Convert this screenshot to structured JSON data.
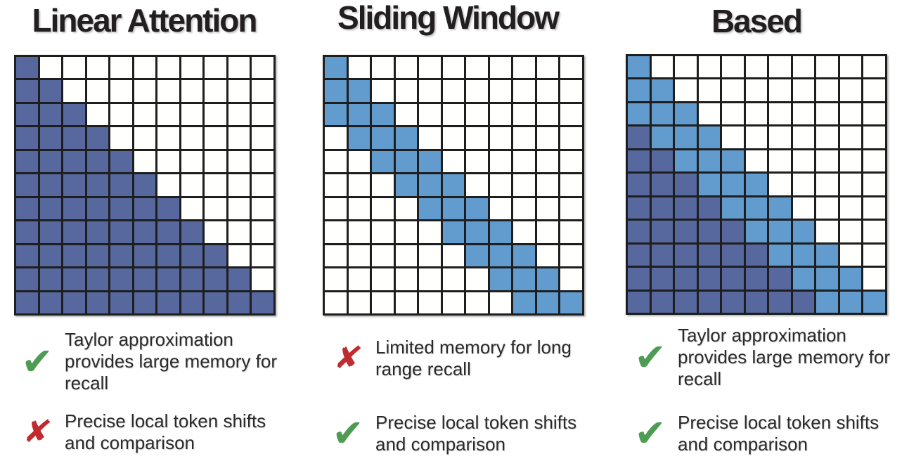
{
  "colors": {
    "background": "#ffffff",
    "title_color": "#231f20",
    "text_color": "#2b2a2a",
    "grid_line": "#1e1e1e",
    "cell_dark": "#56689e",
    "cell_light": "#629cce",
    "check_green": "#4e9b53",
    "cross_red": "#bf2b30"
  },
  "icons": {
    "check_glyph": "✔",
    "cross_glyph": "✘"
  },
  "panels": [
    {
      "title": "Linear Attention",
      "grid": {
        "legend_dark": "linear-attention-context",
        "rows": [
          "d..........",
          "dd.........",
          "ddd........",
          "dddd.......",
          "ddddd......",
          "dddddd.....",
          "ddddddd....",
          "dddddddd...",
          "ddddddddd..",
          "dddddddddd.",
          "ddddddddddd"
        ]
      },
      "bullets": [
        {
          "icon": "check",
          "text": "Taylor approximation\nprovides large memory for\nrecall"
        },
        {
          "icon": "cross",
          "text": "Precise local token shifts\nand comparison"
        }
      ]
    },
    {
      "title": "Sliding Window",
      "grid": {
        "legend_light": "sliding-window-band",
        "rows": [
          "l..........",
          "ll.........",
          "lll........",
          ".lll.......",
          "..lll......",
          "...lll.....",
          "....lll....",
          ".....lll...",
          "......lll..",
          ".......lll.",
          "........lll"
        ]
      },
      "bullets": [
        {
          "icon": "cross",
          "text": "Limited memory for long\nrange recall"
        },
        {
          "icon": "check",
          "text": "Precise local token shifts\nand comparison"
        }
      ]
    },
    {
      "title": "Based",
      "grid": {
        "legend_dark": "linear-attention-context",
        "legend_light": "sliding-window-band",
        "rows": [
          "l..........",
          "ll.........",
          "lll........",
          "dlll.......",
          "ddlll......",
          "dddlll.....",
          "ddddlll....",
          "dddddlll...",
          "ddddddlll..",
          "dddddddlll.",
          "ddddddddlll"
        ]
      },
      "bullets": [
        {
          "icon": "check",
          "text": "Taylor approximation\nprovides large memory for\nrecall"
        },
        {
          "icon": "check",
          "text": "Precise local token shifts\nand comparison"
        }
      ]
    }
  ]
}
